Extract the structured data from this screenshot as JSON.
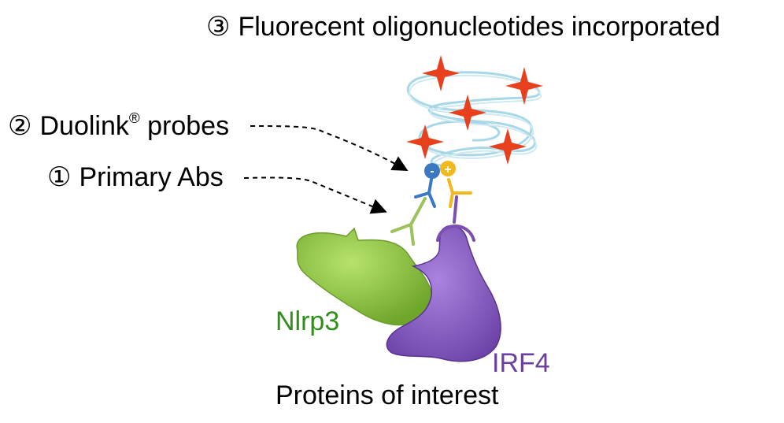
{
  "labels": {
    "step3_num": "③",
    "step3_text": "Fluorecent oligonucleotides incorporated",
    "step2_num": "②",
    "step2_text": "Duolink",
    "step2_reg": "®",
    "step2_suffix": "probes",
    "step1_num": "①",
    "step1_text": "Primary Abs",
    "protein_green": "Nlrp3",
    "protein_purple": "IRF4",
    "caption": "Proteins of interest",
    "probe_minus": "-",
    "probe_plus": "+"
  },
  "colors": {
    "nlrp3": "#8cc63f",
    "irf4": "#8e5ec8",
    "nlrp3_text": "#2f8f1a",
    "irf4_text": "#6b3fa0",
    "fluor_star": "#e8401c",
    "dna_strand": "#a8d8e8",
    "probe_minus": "#3a78c3",
    "probe_plus": "#f2b81d",
    "antibody_green": "#9bc35a",
    "antibody_purple": "#7b4fb0"
  }
}
